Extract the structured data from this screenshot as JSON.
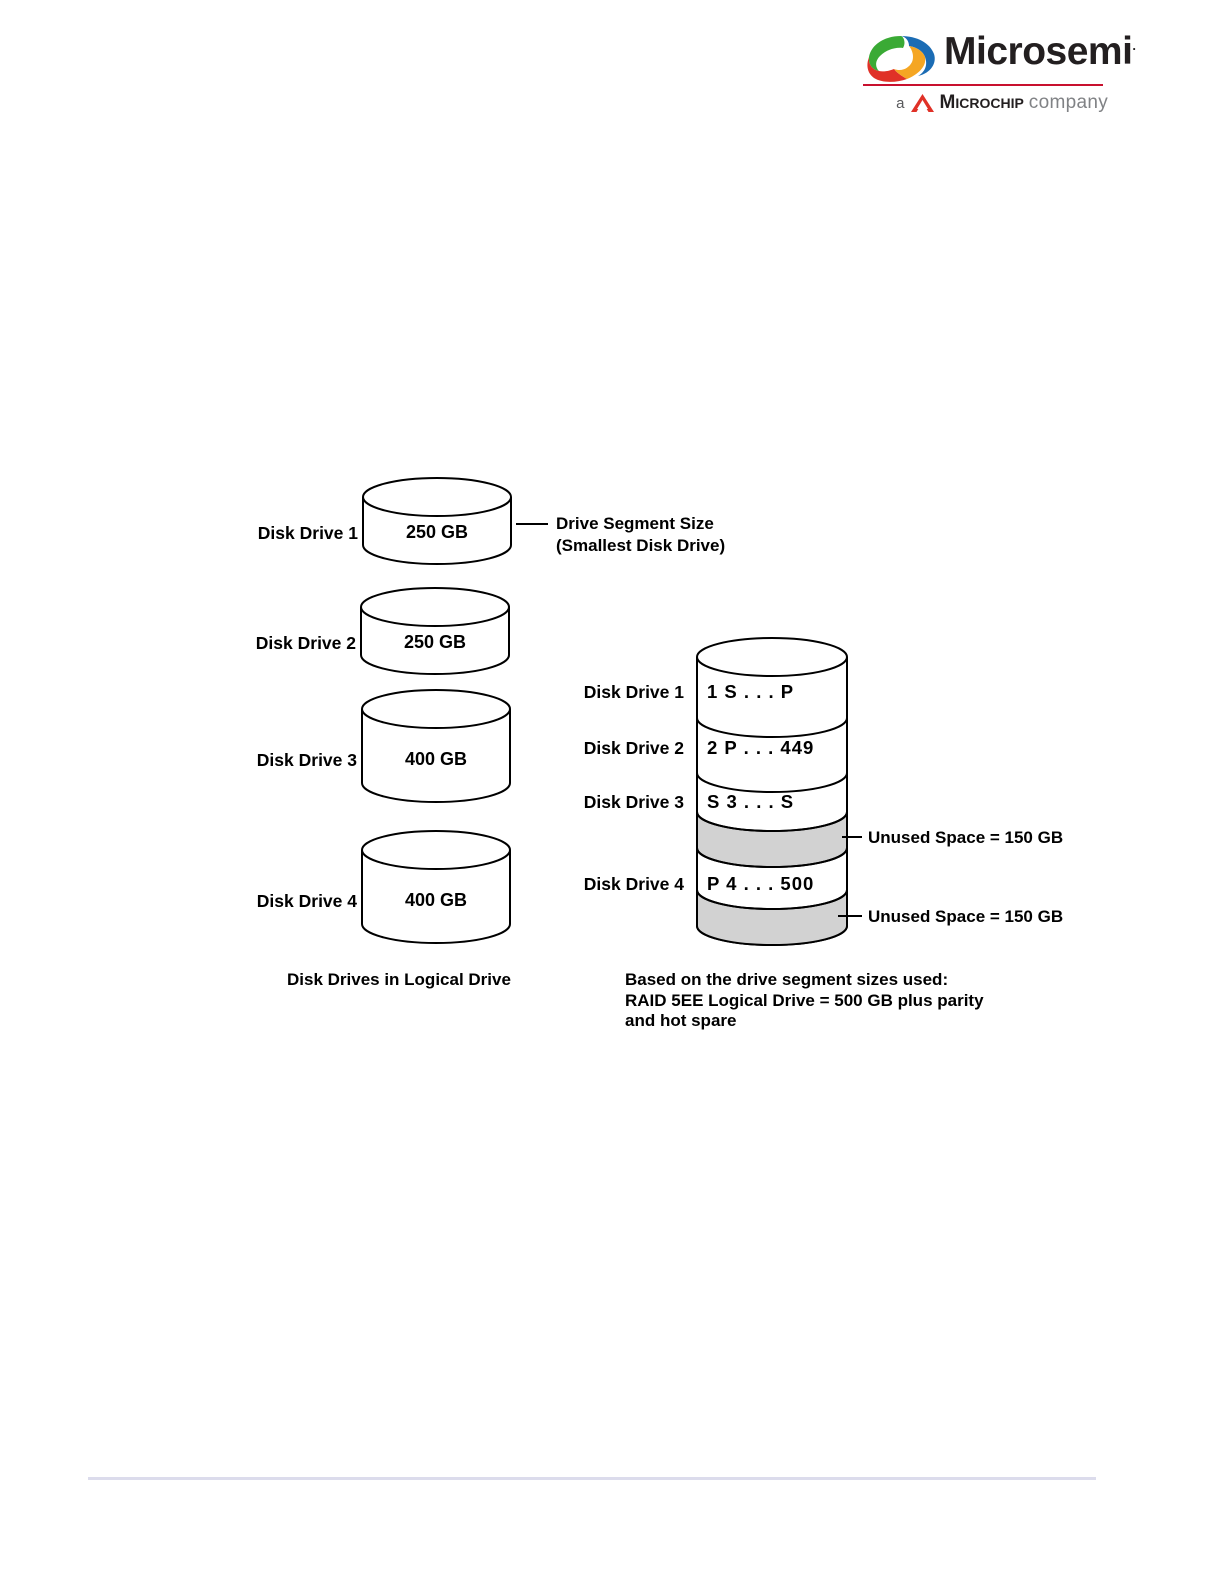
{
  "logo": {
    "brand": "Microsemi",
    "trademark": ".",
    "tagline_a": "a",
    "tagline_brand_big": "M",
    "tagline_brand_rest": "ICROCHIP",
    "tagline_company": "company",
    "colors": {
      "swoosh_green": "#3aaa35",
      "swoosh_blue": "#1b6cb4",
      "swoosh_red": "#e03127",
      "swoosh_orange": "#f5a623",
      "rule_red": "#c8102e",
      "wordmark": "#231f20",
      "company_gray": "#808285"
    }
  },
  "diagram": {
    "left_column": {
      "drives": [
        {
          "label": "Disk Drive 1",
          "capacity": "250 GB"
        },
        {
          "label": "Disk Drive 2",
          "capacity": "250 GB"
        },
        {
          "label": "Disk Drive 3",
          "capacity": "400 GB"
        },
        {
          "label": "Disk Drive 4",
          "capacity": "400 GB"
        }
      ],
      "caption": "Disk Drives in Logical Drive",
      "callout_line1": "Drive Segment Size",
      "callout_line2": "(Smallest Disk Drive)"
    },
    "right_column": {
      "segments": [
        {
          "label": "Disk Drive 1",
          "content": "1  S    . . .      P",
          "type": "data"
        },
        {
          "label": "Disk Drive 2",
          "content": "2  P    . . .   449",
          "type": "data"
        },
        {
          "label": "Disk Drive 3",
          "content": "S  3    . . .      S",
          "type": "data"
        },
        {
          "label": "",
          "content": "",
          "type": "unused",
          "annotation": "Unused Space = 150 GB"
        },
        {
          "label": "Disk Drive 4",
          "content": "P  4    . . .   500",
          "type": "data"
        },
        {
          "label": "",
          "content": "",
          "type": "unused",
          "annotation": "Unused Space = 150 GB"
        }
      ],
      "caption": "Based on the drive segment sizes used:\nRAID 5EE Logical Drive = 500 GB plus parity\nand hot spare"
    }
  }
}
